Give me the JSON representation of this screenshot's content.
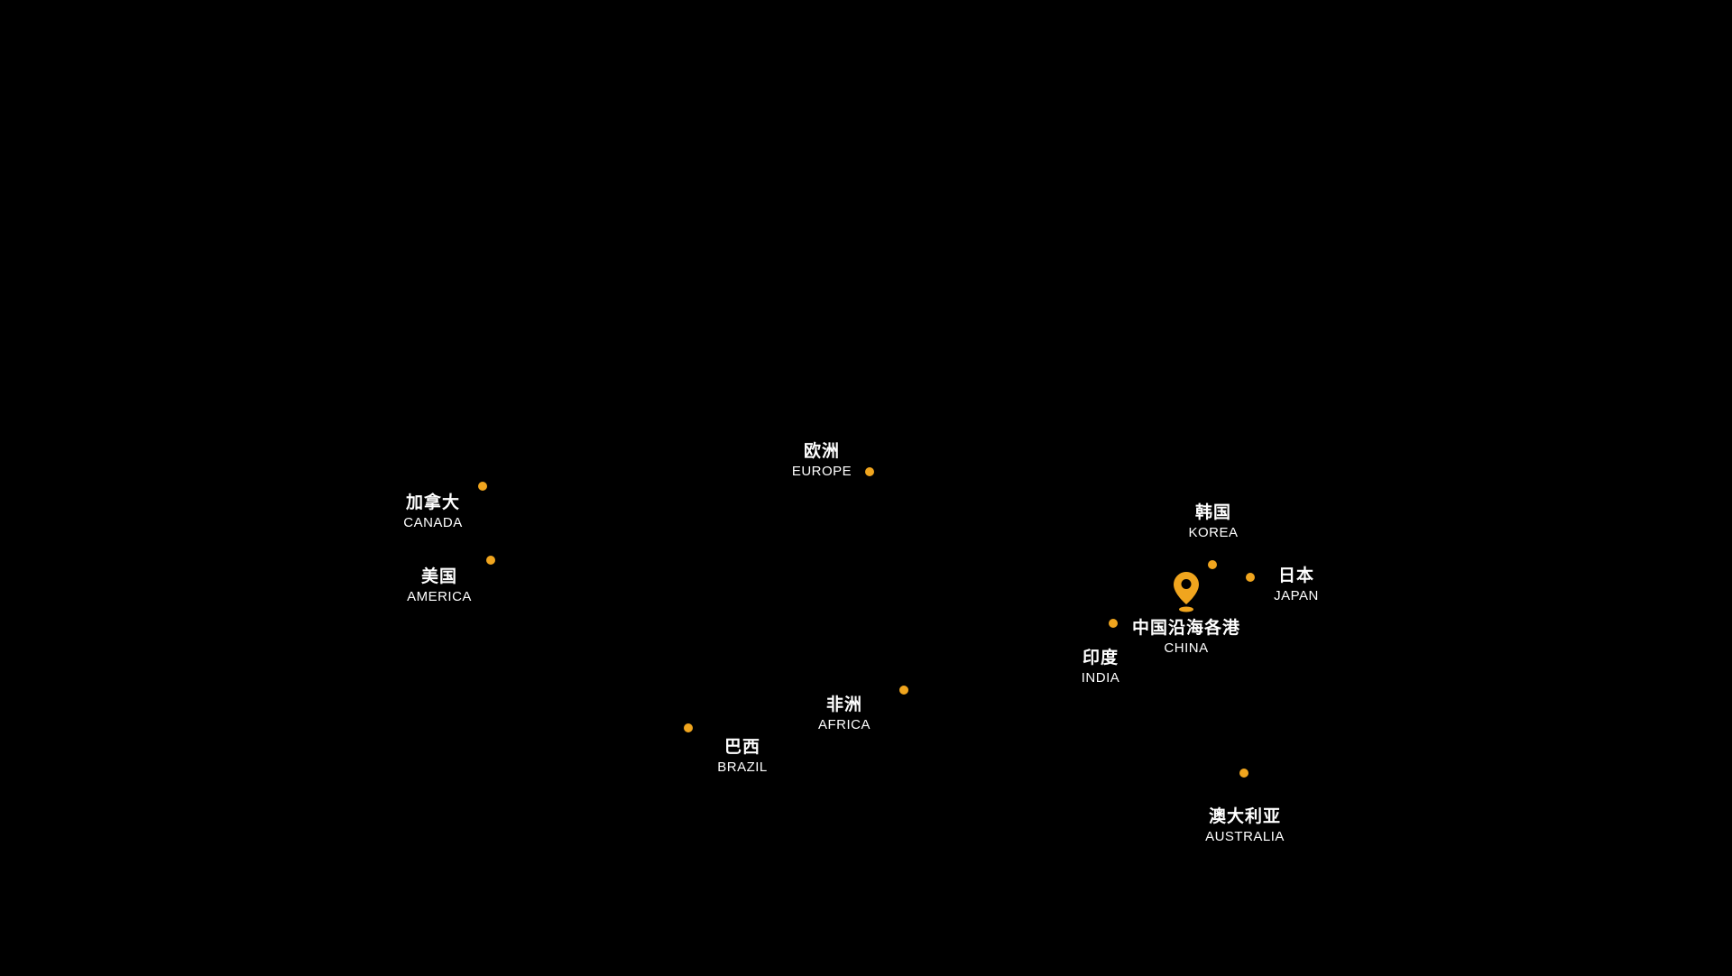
{
  "map": {
    "colors": {
      "background": "#000000",
      "marker": "#F0A51E",
      "label": "#FFFFFF"
    },
    "locations": [
      {
        "id": "canada",
        "name_zh": "加拿大",
        "name_en": "CANADA",
        "marker": "dot"
      },
      {
        "id": "america",
        "name_zh": "美国",
        "name_en": "AMERICA",
        "marker": "dot"
      },
      {
        "id": "europe",
        "name_zh": "欧洲",
        "name_en": "EUROPE",
        "marker": "dot"
      },
      {
        "id": "korea",
        "name_zh": "韩国",
        "name_en": "KOREA",
        "marker": "dot"
      },
      {
        "id": "japan",
        "name_zh": "日本",
        "name_en": "JAPAN",
        "marker": "dot"
      },
      {
        "id": "china",
        "name_zh": "中国沿海各港",
        "name_en": "CHINA",
        "marker": "pin"
      },
      {
        "id": "india",
        "name_zh": "印度",
        "name_en": "INDIA",
        "marker": "dot"
      },
      {
        "id": "africa",
        "name_zh": "非洲",
        "name_en": "AFRICA",
        "marker": "dot"
      },
      {
        "id": "brazil",
        "name_zh": "巴西",
        "name_en": "BRAZIL",
        "marker": "dot"
      },
      {
        "id": "australia",
        "name_zh": "澳大利亚",
        "name_en": "AUSTRALIA",
        "marker": "dot"
      }
    ]
  }
}
